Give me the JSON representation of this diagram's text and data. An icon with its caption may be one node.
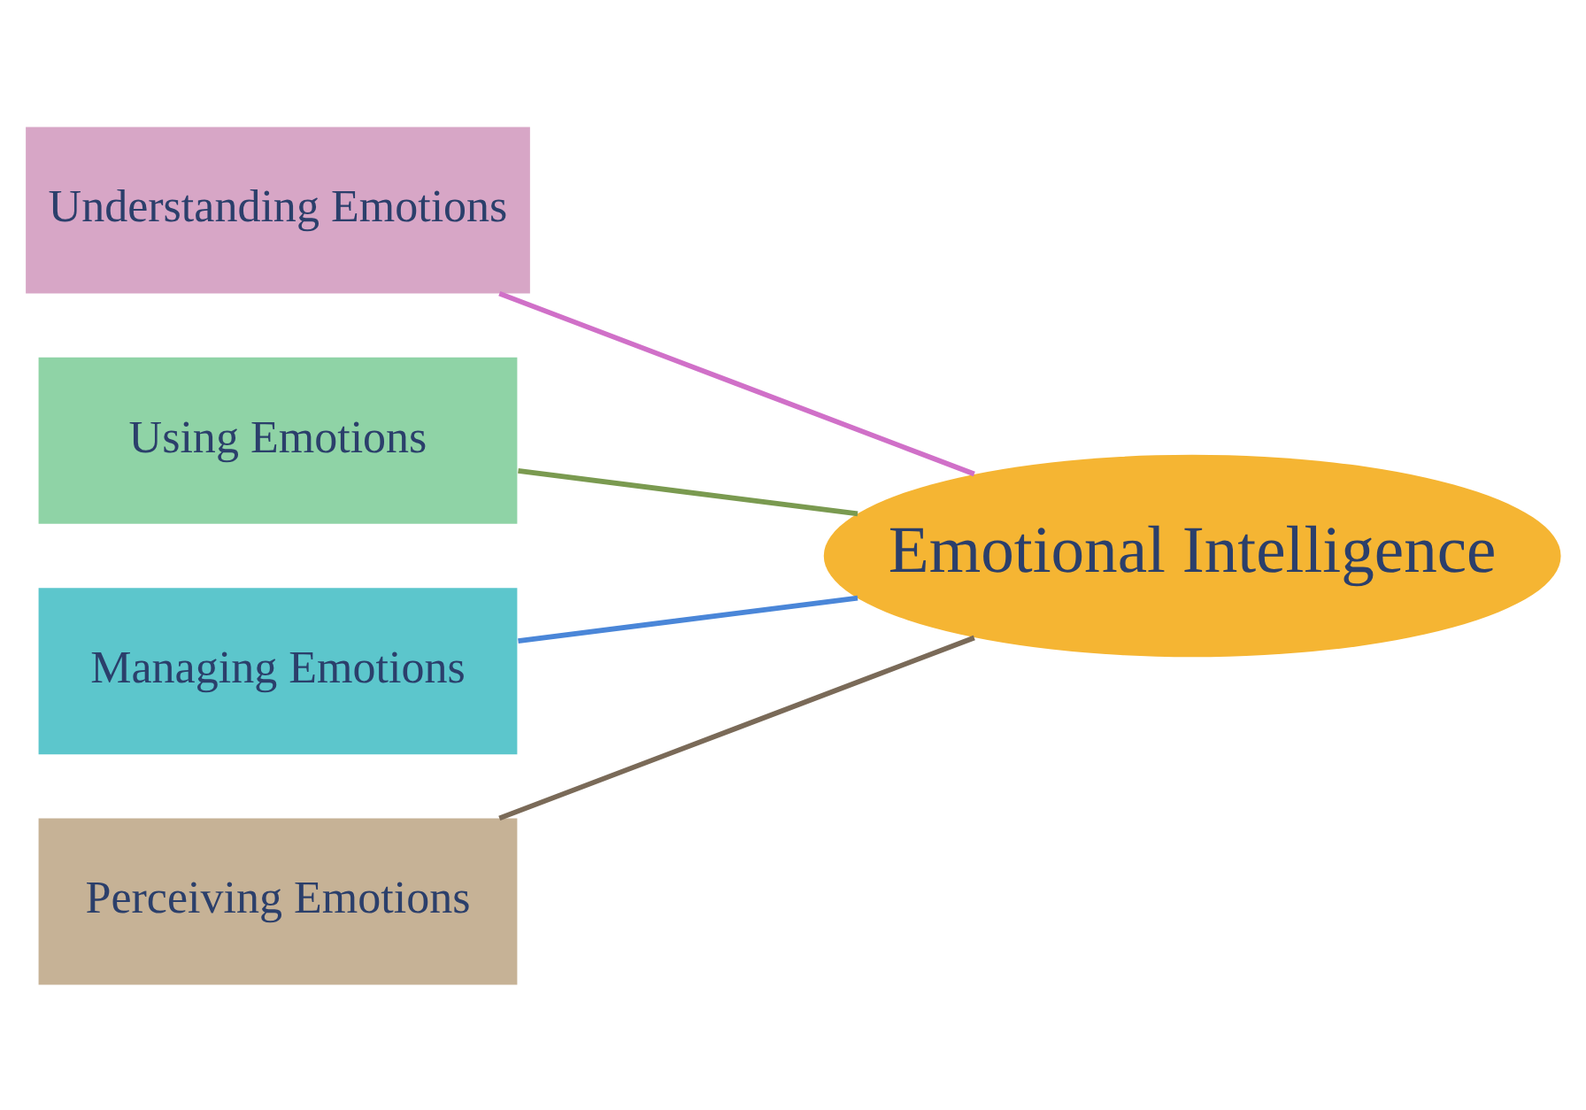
{
  "diagram": {
    "nodes": [
      {
        "text": [
          "Understanding Emotions"
        ]
      },
      {
        "text": [
          "Using Emotions"
        ]
      },
      {
        "text": [
          "Managing Emotions"
        ]
      },
      {
        "text": [
          "Perceiving Emotions"
        ]
      },
      {
        "text": [
          "Emotional Intelligence"
        ]
      }
    ],
    "edges": [
      {
        "from": 0,
        "to": 4,
        "arrow": "none",
        "color": "#d070c8"
      },
      {
        "from": 1,
        "to": 4,
        "arrow": "none",
        "color": "#7a9a50"
      },
      {
        "from": 2,
        "to": 4,
        "arrow": "none",
        "color": "#4a86d8"
      },
      {
        "from": 3,
        "to": 4,
        "arrow": "none",
        "color": "#7a6a58"
      }
    ]
  }
}
